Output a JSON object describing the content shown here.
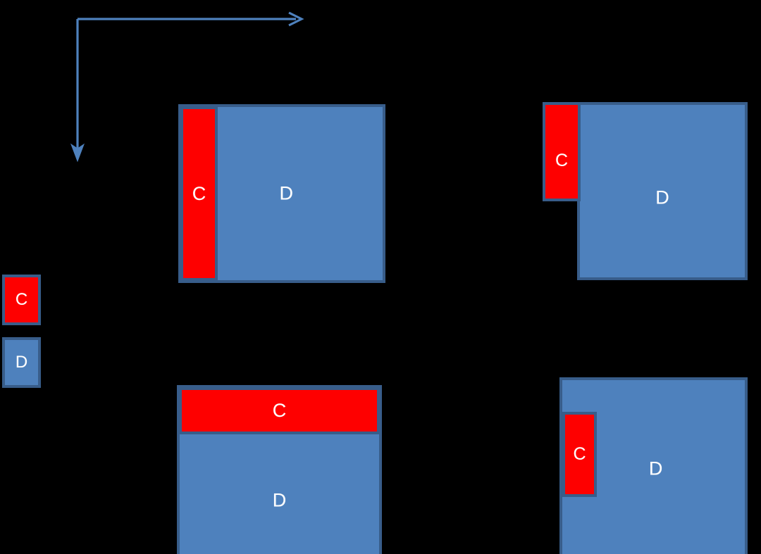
{
  "diagram": {
    "background_color": "#000000",
    "c_fill_color": "#FE0000",
    "d_fill_color": "#4E81BD",
    "border_color": "#385D8A",
    "label_color": "#FFFFFF",
    "axis_color": "#4E81BD"
  },
  "legend": {
    "items": [
      {
        "label": "C",
        "kind": "c-swatch"
      },
      {
        "label": "D",
        "kind": "d-swatch"
      }
    ]
  },
  "axes": {
    "horizontal_arrow": {
      "name": "horizontal-axis-arrow",
      "style": "open-arrowhead"
    },
    "vertical_arrow": {
      "name": "vertical-axis-arrow",
      "style": "filled-arrowhead"
    }
  },
  "panels": [
    {
      "name": "panel-top-left",
      "d_label": "D",
      "c_label": "C",
      "c_position": "left-edge-inside-full-height"
    },
    {
      "name": "panel-top-right",
      "d_label": "D",
      "c_label": "C",
      "c_position": "outside-left-top-overlapping"
    },
    {
      "name": "panel-bottom-left",
      "d_label": "C",
      "c_label": "C",
      "d_text": "D",
      "c_position": "top-edge-inside-full-width"
    },
    {
      "name": "panel-bottom-right",
      "d_label": "D",
      "c_label": "C",
      "c_position": "inside-offset-left"
    }
  ],
  "labels": {
    "c": "C",
    "d": "D"
  }
}
